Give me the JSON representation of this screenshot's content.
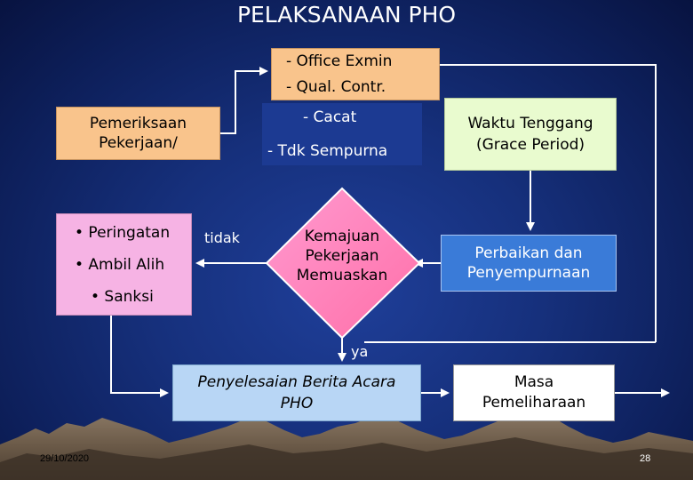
{
  "title": "PELAKSANAAN PHO",
  "office_box": {
    "line1": "- Office Exmin",
    "line2": "- Qual. Contr."
  },
  "cacat_box": {
    "line1": "- Cacat",
    "line2": "- Tdk Sempurna"
  },
  "pemeriksaan_box": {
    "line1": "Pemeriksaan",
    "line2": "Pekerjaan/"
  },
  "waktu_box": {
    "line1": "Waktu Tenggang",
    "line2": "(Grace Period)"
  },
  "sanksi_box": {
    "item1": "• Peringatan",
    "item2": "• Ambil Alih",
    "item3": "• Sanksi"
  },
  "diamond": {
    "line1": "Kemajuan",
    "line2": "Pekerjaan",
    "line3": "Memuaskan"
  },
  "perbaikan_box": {
    "line1": "Perbaikan dan",
    "line2": "Penyempurnaan"
  },
  "penyelesaian_box": {
    "line1": "Penyelesaian Berita Acara",
    "line2": "PHO"
  },
  "masa_box": {
    "line1": "Masa",
    "line2": "Pemeliharaan"
  },
  "labels": {
    "tidak": "tidak",
    "ya": "ya"
  },
  "footer": {
    "date": "29/10/2020",
    "page": "28"
  },
  "colors": {
    "background": "#16307c",
    "peach": "#f9c48c",
    "light_green": "#e9fbcf",
    "pink": "#f6b3e4",
    "blue_box": "#3a7bd8",
    "light_blue": "#b8d6f5",
    "connector": "#ffffff"
  }
}
